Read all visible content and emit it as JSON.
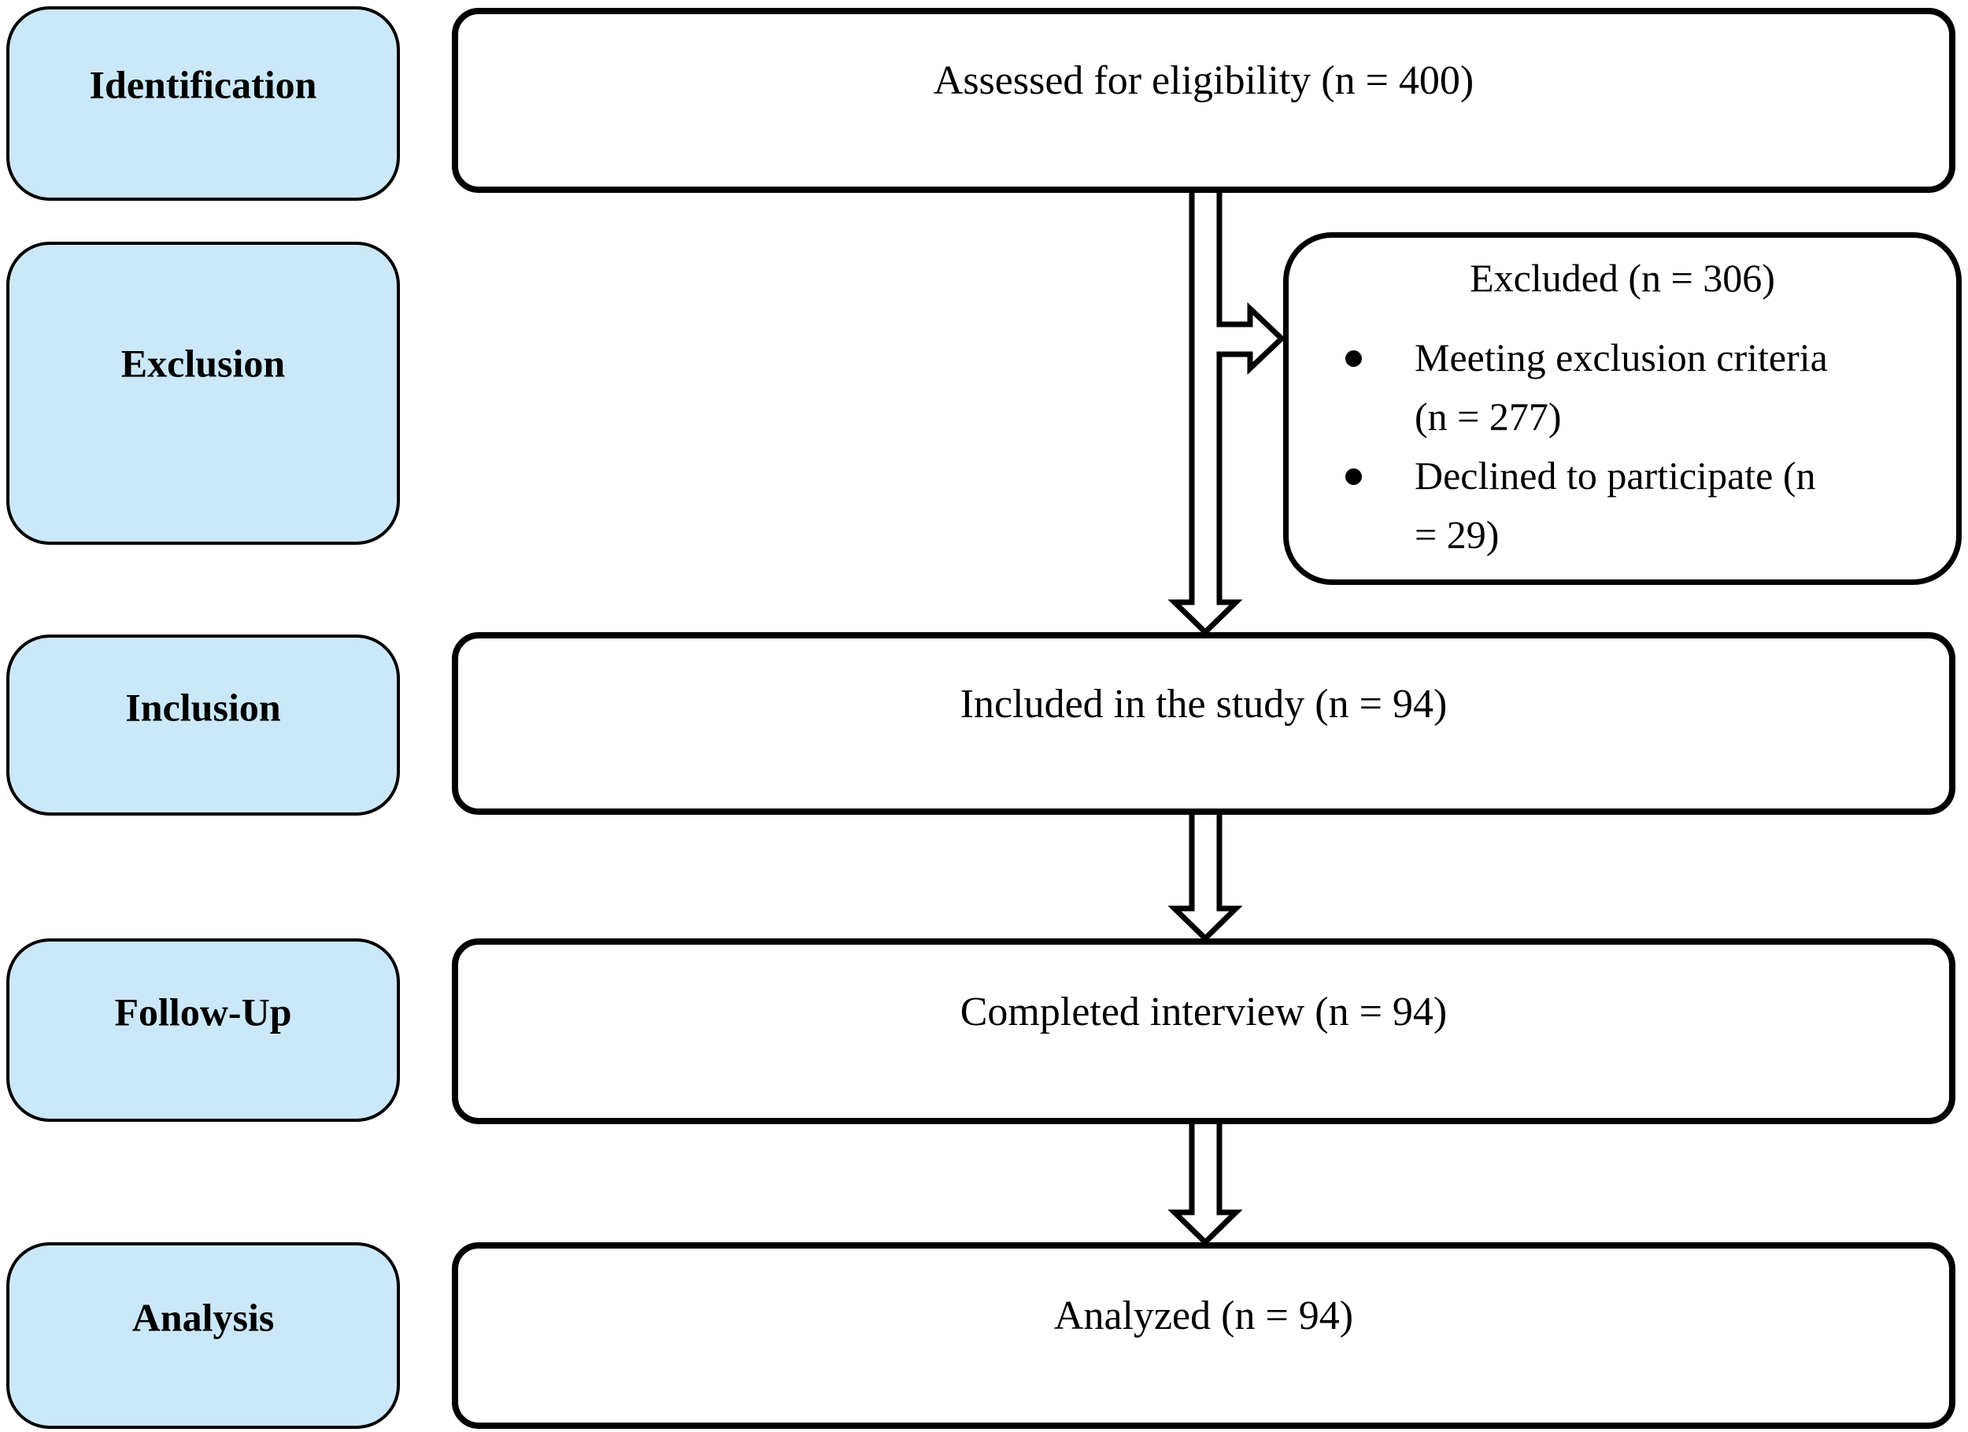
{
  "diagram": {
    "colors": {
      "stage_fill": "#cbe8f9",
      "border": "#000000",
      "text": "#000000",
      "background": "#ffffff"
    },
    "stages": [
      {
        "label": "Identification"
      },
      {
        "label": "Exclusion"
      },
      {
        "label": "Inclusion"
      },
      {
        "label": "Follow-Up"
      },
      {
        "label": "Analysis"
      }
    ],
    "flow": {
      "assessed": "Assessed for eligibility (n = 400)",
      "included": "Included in the study (n = 94)",
      "completed": "Completed interview (n = 94)",
      "analyzed": "Analyzed (n = 94)"
    },
    "excluded": {
      "title": "Excluded (n = 306)",
      "bullets": [
        {
          "line1": "Meeting exclusion criteria",
          "line2": "(n = 277)"
        },
        {
          "line1": "Declined to participate (n",
          "line2": "= 29)"
        }
      ]
    }
  }
}
